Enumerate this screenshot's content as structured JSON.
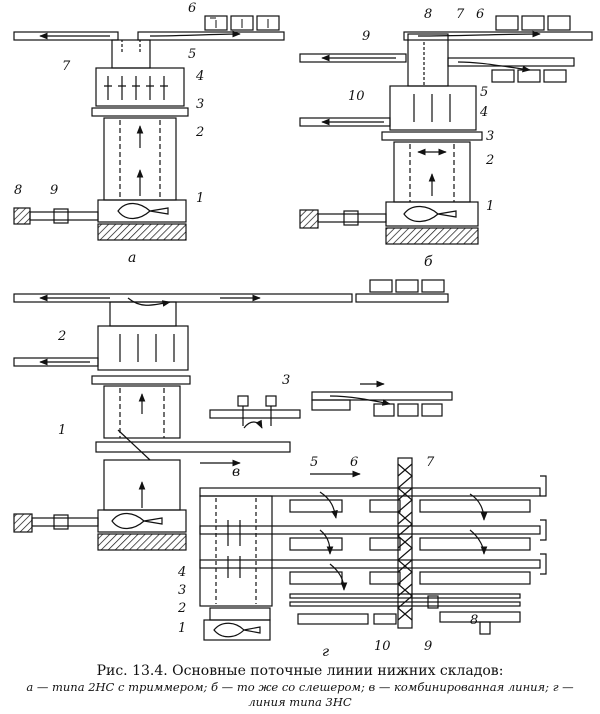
{
  "figure": {
    "caption_title": "Рис. 13.4. Основные поточные линии нижних складов:",
    "caption_line1": "а — типа 2НС с триммером; б — то же со слешером; в — комбинированная линия; г —",
    "caption_line2": "линия типа 3НС",
    "panel_a": {
      "sublabel": "а",
      "labels": [
        "1",
        "2",
        "3",
        "4",
        "5",
        "6",
        "7",
        "8",
        "9"
      ]
    },
    "panel_b": {
      "sublabel": "б",
      "labels": [
        "1",
        "2",
        "3",
        "4",
        "5",
        "6",
        "7",
        "8",
        "9",
        "10"
      ]
    },
    "panel_v": {
      "sublabel": "в",
      "labels": [
        "1",
        "2",
        "3"
      ]
    },
    "panel_g": {
      "sublabel": "г",
      "labels": [
        "1",
        "2",
        "3",
        "4",
        "5",
        "6",
        "7",
        "8",
        "9",
        "10"
      ]
    }
  }
}
